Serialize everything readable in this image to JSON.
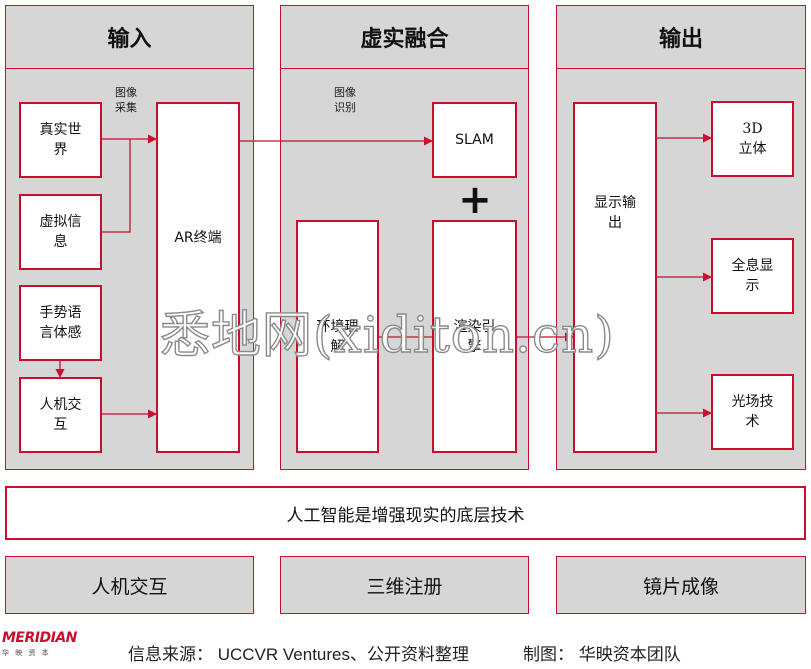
{
  "panels": {
    "input_title": "输入",
    "fusion_title": "虚实融合",
    "output_title": "输出"
  },
  "input": {
    "capture_label": "图像\n采集",
    "boxes": {
      "real_world": "真实世界",
      "virtual_info": "虚拟信息",
      "gesture": "手势语言体感",
      "hci": "人机交互",
      "ar_terminal": "AR终端"
    }
  },
  "fusion": {
    "recognition_label": "图像\n识别",
    "plus_symbol": "+",
    "boxes": {
      "slam": "SLAM",
      "env_understanding": "环境理解",
      "render_engine": "渲染引擎"
    }
  },
  "output": {
    "boxes": {
      "display_output": "显示输出",
      "stereo_3d": "3D\n立体",
      "holographic": "全息显示",
      "light_field": "光场技术"
    }
  },
  "bands": {
    "ai_foundation": "人工智能是增强现实的底层技术",
    "hci_band": "人机交互",
    "registration_band": "三维注册",
    "lens_band": "镜片成像"
  },
  "footer": {
    "logo_text": "MERIDIAN",
    "logo_subtext": "华 映 资 本",
    "source_text": "信息来源： UCCVR Ventures、公开资料整理",
    "credit_text": "制图： 华映资本团队"
  },
  "watermark": "悉地网(xiditon.cn)",
  "colors": {
    "accent_red": "#c8102e",
    "panel_gray": "#d6d6d6"
  }
}
